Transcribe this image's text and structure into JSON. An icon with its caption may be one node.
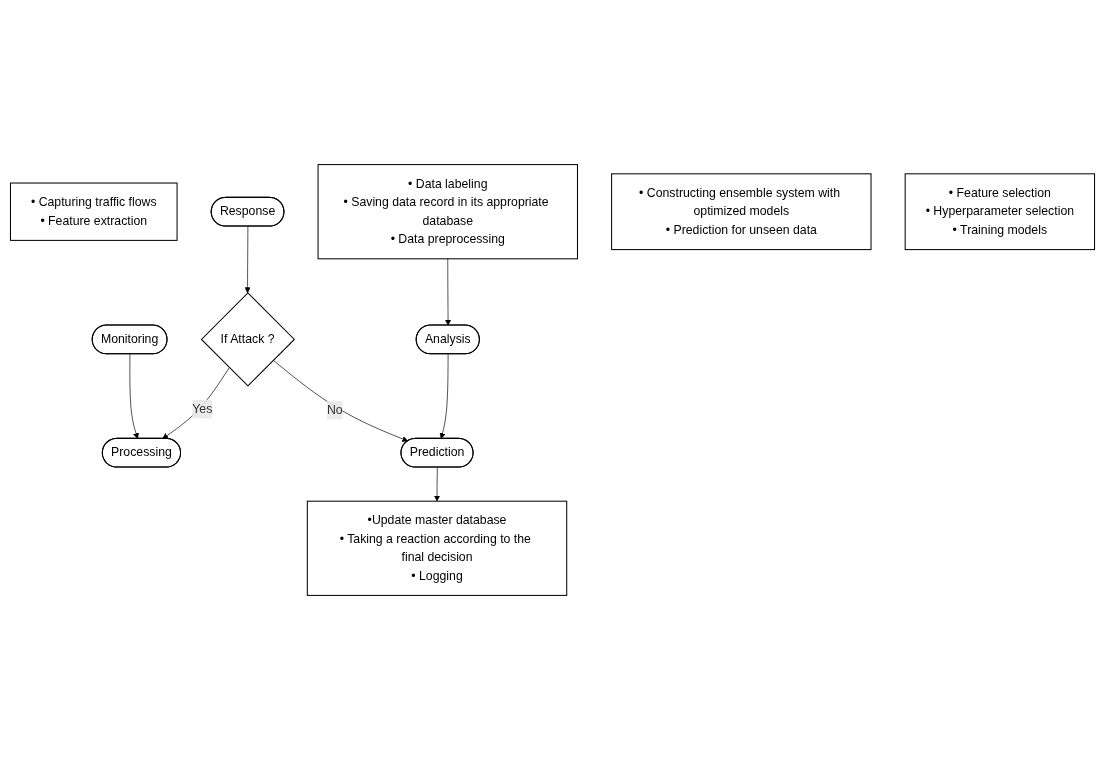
{
  "diagram": {
    "nodes": [
      {
        "text": [
          "Monitoring"
        ]
      },
      {
        "text": [
          "• Capturing traffic flows",
          "• Feature extraction"
        ]
      },
      {
        "text": [
          "Response"
        ]
      },
      {
        "text": [
          "If Attack ?"
        ]
      },
      {
        "text": [
          "Processing"
        ]
      },
      {
        "text": [
          "•Update master database",
          "• Taking a reaction according to the final decision",
          "• Logging"
        ]
      },
      {
        "text": [
          "• Data labeling",
          "• Saving data record in its appropriate database",
          "• Data preprocessing"
        ]
      },
      {
        "text": [
          "Prediction"
        ]
      },
      {
        "text": [
          "Analysis"
        ]
      },
      {
        "text": [
          "• Constructing ensemble system with optimized models",
          "• Prediction for unseen data"
        ]
      },
      {
        "text": [
          "• Feature selection",
          "• Hyperparameter selection",
          "• Training models"
        ]
      }
    ],
    "edges": [
      {
        "from": 0,
        "to": 4,
        "arrow": "to"
      },
      {
        "from": 2,
        "to": 3,
        "arrow": "to"
      },
      {
        "from": 3,
        "to": 4,
        "label": "Yes",
        "arrow": "to"
      },
      {
        "from": 3,
        "to": 7,
        "label": "No",
        "arrow": "to"
      },
      {
        "from": 6,
        "to": 8,
        "arrow": "to"
      },
      {
        "from": 8,
        "to": 7,
        "arrow": "to"
      },
      {
        "from": 7,
        "to": 5,
        "arrow": "to"
      }
    ]
  }
}
